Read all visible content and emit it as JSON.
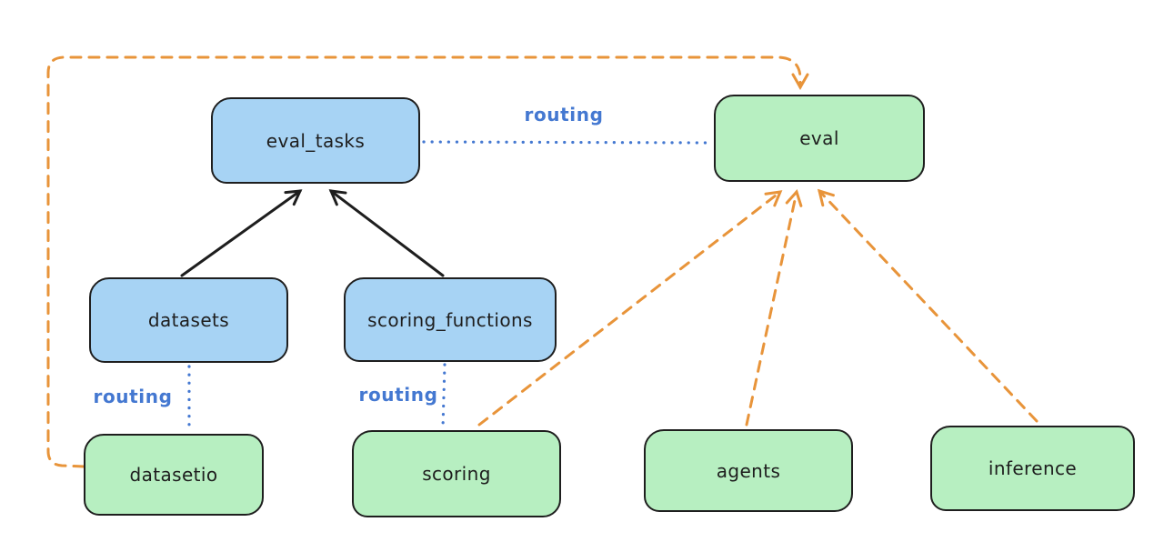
{
  "diagram": {
    "nodes": {
      "eval_tasks": {
        "label": "eval_tasks",
        "kind": "api",
        "fill": "#a7d3f4"
      },
      "eval": {
        "label": "eval",
        "kind": "provider",
        "fill": "#b7efc1"
      },
      "datasets": {
        "label": "datasets",
        "kind": "api",
        "fill": "#a7d3f4"
      },
      "scoring_functions": {
        "label": "scoring_functions",
        "kind": "api",
        "fill": "#a7d3f4"
      },
      "datasetio": {
        "label": "datasetio",
        "kind": "provider",
        "fill": "#b7efc1"
      },
      "scoring": {
        "label": "scoring",
        "kind": "provider",
        "fill": "#b7efc1"
      },
      "agents": {
        "label": "agents",
        "kind": "provider",
        "fill": "#b7efc1"
      },
      "inference": {
        "label": "inference",
        "kind": "provider",
        "fill": "#b7efc1"
      }
    },
    "edges": [
      {
        "from": "datasets",
        "to": "eval_tasks",
        "style": "solid-arrow",
        "color": "#1e1e1e",
        "label": ""
      },
      {
        "from": "scoring_functions",
        "to": "eval_tasks",
        "style": "solid-arrow",
        "color": "#1e1e1e",
        "label": ""
      },
      {
        "from": "eval_tasks",
        "to": "eval",
        "style": "dotted",
        "color": "#4478d1",
        "label": "routing"
      },
      {
        "from": "datasets",
        "to": "datasetio",
        "style": "dotted",
        "color": "#4478d1",
        "label": "routing"
      },
      {
        "from": "scoring_functions",
        "to": "scoring",
        "style": "dotted",
        "color": "#4478d1",
        "label": "routing"
      },
      {
        "from": "datasetio",
        "to": "eval",
        "style": "dashed-arrow",
        "color": "#e8943a",
        "label": ""
      },
      {
        "from": "scoring",
        "to": "eval",
        "style": "dashed-arrow",
        "color": "#e8943a",
        "label": ""
      },
      {
        "from": "agents",
        "to": "eval",
        "style": "dashed-arrow",
        "color": "#e8943a",
        "label": ""
      },
      {
        "from": "inference",
        "to": "eval",
        "style": "dashed-arrow",
        "color": "#e8943a",
        "label": ""
      }
    ],
    "colors": {
      "api_fill": "#a7d3f4",
      "provider_fill": "#b7efc1",
      "stroke": "#1e1e1e",
      "routing_blue": "#4478d1",
      "dispatch_orange": "#e8943a",
      "background": "#ffffff"
    }
  }
}
